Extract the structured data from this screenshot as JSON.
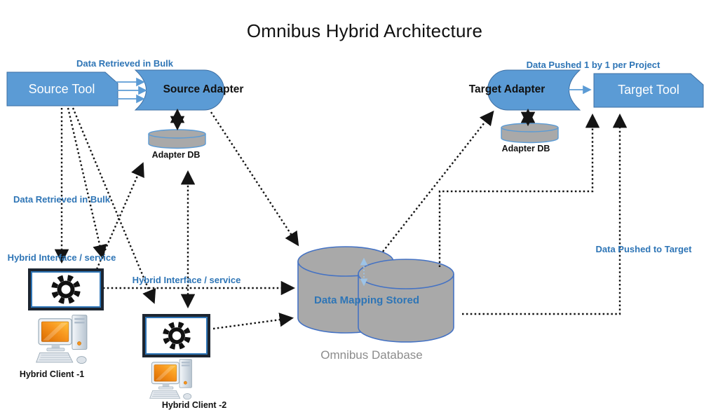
{
  "labels": {
    "title": "Omnibus Hybrid Architecture",
    "source_tool": "Source Tool",
    "source_adapter": "Source Adapter",
    "target_adapter": "Target Adapter",
    "target_tool": "Target Tool",
    "adapter_db_left": "Adapter DB",
    "adapter_db_right": "Adapter DB",
    "omnibus_database": "Omnibus Database",
    "hybrid_client_1": "Hybrid Client -1",
    "hybrid_client_2": "Hybrid Client -2"
  },
  "annotations": {
    "bulk_top": "Data Retrieved in Bulk",
    "bulk_left": "Data Retrieved in Bulk",
    "hybrid_interface_1": "Hybrid Interface / service",
    "hybrid_interface_2": "Hybrid Interface / service",
    "data_mapping": "Data Mapping Stored",
    "pushed_per_project": "Data Pushed 1 by 1 per Project",
    "pushed_to_target": "Data Pushed to Target"
  },
  "colors": {
    "node_blue": "#5B9BD5",
    "node_blue_border": "#3E6FA3",
    "label_blue": "#2E75B6",
    "cylinder_gray": "#A9A9A9",
    "cylinder_stroke_small": "#5B9BD5",
    "cylinder_stroke_big": "#4472C4",
    "connector_black": "#141414",
    "light_blue_arrow": "#9DC3E6",
    "caption_gray": "#8c8c8c"
  }
}
